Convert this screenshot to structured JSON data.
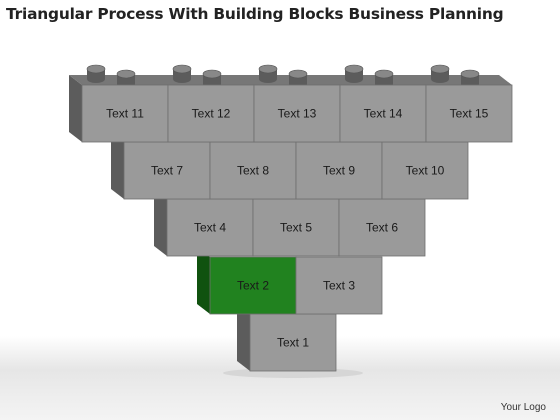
{
  "title": "Triangular Process With Building Blocks Business Planning",
  "logo": "Your Logo",
  "colors": {
    "block_face": "#9a9a9a",
    "block_side": "#5c5c5c",
    "block_top": "#777777",
    "highlight_face": "#21821f",
    "highlight_side": "#10520f",
    "text": "#1a1a1a"
  },
  "pyramid": {
    "rows": [
      {
        "blocks": [
          {
            "label": "Text 11"
          },
          {
            "label": "Text 12"
          },
          {
            "label": "Text 13"
          },
          {
            "label": "Text 14"
          },
          {
            "label": "Text 15"
          }
        ]
      },
      {
        "blocks": [
          {
            "label": "Text 7"
          },
          {
            "label": "Text 8"
          },
          {
            "label": "Text 9"
          },
          {
            "label": "Text 10"
          }
        ]
      },
      {
        "blocks": [
          {
            "label": "Text 4"
          },
          {
            "label": "Text 5"
          },
          {
            "label": "Text 6"
          }
        ]
      },
      {
        "blocks": [
          {
            "label": "Text 2",
            "highlighted": true
          },
          {
            "label": "Text 3"
          }
        ]
      },
      {
        "blocks": [
          {
            "label": "Text 1"
          }
        ]
      }
    ]
  }
}
